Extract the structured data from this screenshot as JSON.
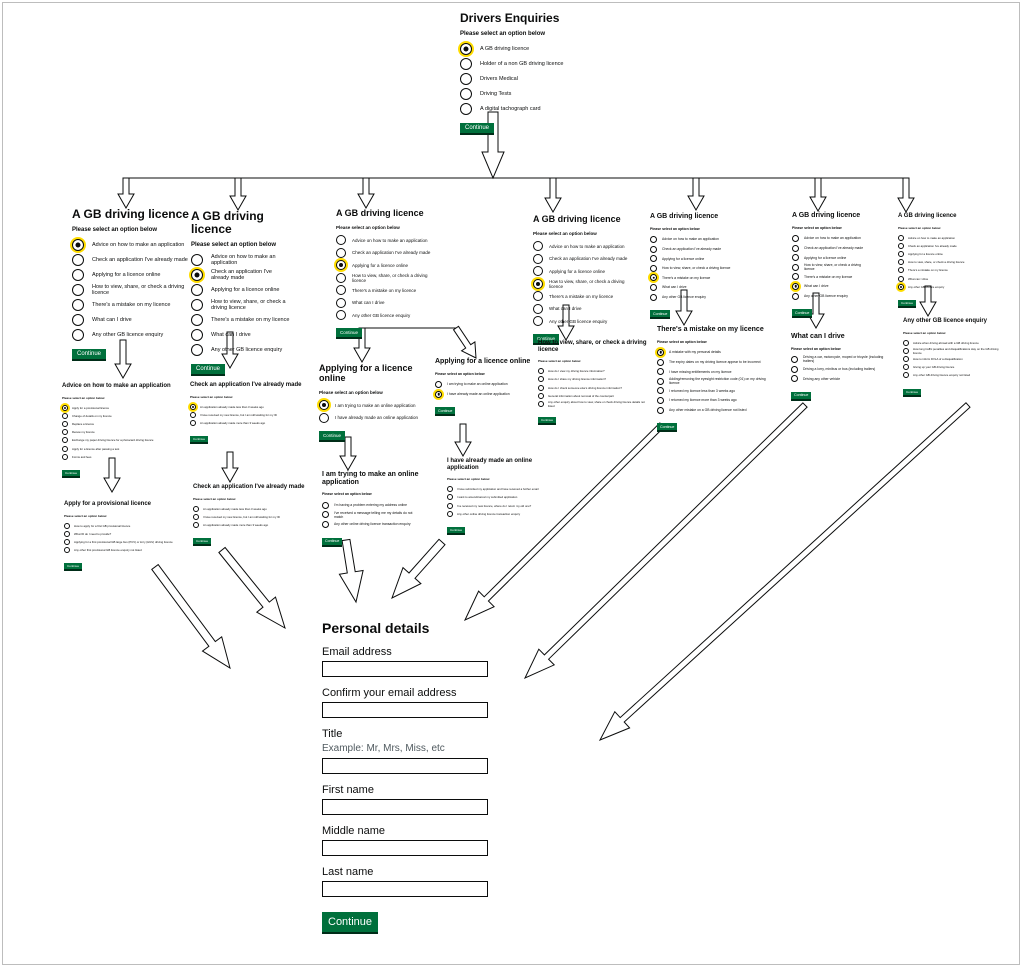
{
  "panels": [
    {
      "key": "root",
      "title": "Drivers Enquiries",
      "question": "Please select an option below",
      "options": [
        "A GB driving licence",
        "Holder of a non GB driving licence",
        "Drivers Medical",
        "Driving Tests",
        "A digital tachograph card"
      ],
      "selected": 0,
      "button": "Continue"
    },
    {
      "key": "gb1",
      "title": "A GB driving licence",
      "question": "Please select an option below",
      "options": [
        "Advice on how to make an application",
        "Check an application I've already made",
        "Applying for a licence online",
        "How to view, share, or check a driving licence",
        "There's a mistake on my licence",
        "What can I drive",
        "Any other GB licence enquiry"
      ],
      "selected": 0,
      "button": "Continue"
    },
    {
      "key": "gb2",
      "title": "A GB driving licence",
      "question": "Please select an option below",
      "options": [
        "Advice on how to make an application",
        "Check an application I've already made",
        "Applying for a licence online",
        "How to view, share, or check a driving licence",
        "There's a mistake on my licence",
        "What can I drive",
        "Any other GB licence enquiry"
      ],
      "selected": 1,
      "button": "Continue"
    },
    {
      "key": "gb3",
      "title": "A GB driving licence",
      "question": "Please select an option below",
      "options": [
        "Advice on how to make an application",
        "Check an application I've already made",
        "Applying for a licence online",
        "How to view, share, or check a driving licence",
        "There's a mistake on my licence",
        "What can I drive",
        "Any other GB licence enquiry"
      ],
      "selected": 2,
      "button": "Continue"
    },
    {
      "key": "gb4",
      "title": "A GB driving licence",
      "question": "Please select an option below",
      "options": [
        "Advice on how to make an application",
        "Check an application I've already made",
        "Applying for a licence online",
        "How to view, share, or check a driving licence",
        "There's a mistake on my licence",
        "What can I drive",
        "Any other GB licence enquiry"
      ],
      "selected": 3,
      "button": "Continue"
    },
    {
      "key": "gb5",
      "title": "A GB driving licence",
      "question": "Please select an option below",
      "options": [
        "Advice on how to make an application",
        "Check an application I've already made",
        "Applying for a licence online",
        "How to view, share, or check a driving licence",
        "There's a mistake on my licence",
        "What can I drive",
        "Any other GB licence enquiry"
      ],
      "selected": 4,
      "button": "Continue"
    },
    {
      "key": "gb6",
      "title": "A GB driving licence",
      "question": "Please select an option below",
      "options": [
        "Advice on how to make an application",
        "Check an application I've already made",
        "Applying for a licence online",
        "How to view, share, or check a driving licence",
        "There's a mistake on my licence",
        "What can I drive",
        "Any other GB licence enquiry"
      ],
      "selected": 5,
      "button": "Continue"
    },
    {
      "key": "gb7",
      "title": "A GB driving licence",
      "question": "Please select an option below",
      "options": [
        "Advice on how to make an application",
        "Check an application I've already made",
        "Applying for a licence online",
        "How to view, share, or check a driving licence",
        "There's a mistake on my licence",
        "What can I drive",
        "Any other GB licence enquiry"
      ],
      "selected": 6,
      "button": "Continue"
    },
    {
      "key": "advice",
      "title": "Advice on how to make an application",
      "question": "Please select an option below",
      "options": [
        "Apply for a provisional licence",
        "Change of details on my licence",
        "Replace a licence",
        "Renew my licence",
        "Exchange my paper driving licence for a photocard driving licence",
        "Apply for a licence after passing a test",
        "Forms and fees"
      ],
      "selected": 0,
      "button": "Continue"
    },
    {
      "key": "check",
      "title": "Check an application I've already made",
      "question": "Please select an option below",
      "options": [
        "An application already made less than 3 weeks ago",
        "I have received my new licence, but I am still waiting for my ID",
        "An application already made more than 3 weeks ago"
      ],
      "selected": 0,
      "button": "Continue"
    },
    {
      "key": "online1",
      "title": "Applying for a licence online",
      "question": "Please select an option below",
      "options": [
        "I am trying to make an online application",
        "I have already made an online application"
      ],
      "selected": 0,
      "button": "Continue"
    },
    {
      "key": "online2",
      "title": "Applying for a licence online",
      "question": "Please select an option below",
      "options": [
        "I am trying to make an online application",
        "I have already made an online application"
      ],
      "selected": 1,
      "button": "Continue"
    },
    {
      "key": "view",
      "title": "How to view, share, or check a driving licence",
      "question": "Please select an option below",
      "options": [
        "How do I view my driving licence information?",
        "How do I share my driving licence information?",
        "How do I check someone else's driving licence information?",
        "General information about removal of the counterpart",
        "Any other enquiry about how to view, share or check driving licence details not listed"
      ],
      "selected": -1,
      "button": "Continue"
    },
    {
      "key": "mistake",
      "title": "There's a mistake on my licence",
      "question": "Please select an option below",
      "options": [
        "A mistake with my personal details",
        "The expiry dates on my driving licence appear to be incorrect",
        "I have missing entitlements on my licence",
        "Adding/removing the eyesight restriction code (01) on my driving licence",
        "I returned my licence less than 3 weeks ago",
        "I returned my licence more than 3 weeks ago",
        "Any other mistake on a GB driving licence not listed"
      ],
      "selected": 0,
      "button": "Continue"
    },
    {
      "key": "drive",
      "title": "What can I drive",
      "question": "Please select an option below",
      "options": [
        "Driving a car, motorcycle, moped or tricycle (including trailers)",
        "Driving a lorry, minibus or bus (including trailers)",
        "Driving any other vehicle"
      ],
      "selected": -1,
      "button": "Continue"
    },
    {
      "key": "other",
      "title": "Any other GB licence enquiry",
      "question": "Please select an option below",
      "options": [
        "Advice when driving abroad with a GB driving licence",
        "How long traffic penalties and disqualifications stay on the GB driving licence",
        "How to inform DVLA of a disqualification",
        "Giving up your GB driving licence",
        "Any other GB driving licence enquiry not listed"
      ],
      "selected": -1,
      "button": "Continue"
    },
    {
      "key": "prov",
      "title": "Apply for a provisional licence",
      "question": "Please select an option below",
      "options": [
        "How to apply for a first GB provisional licence",
        "What ID do I need to provide?",
        "Applying for a first provisional GB large bus (PCV) or lorry (HGV) driving licence",
        "Any other first provisional GB licence enquiry not listed"
      ],
      "selected": -1,
      "button": "Continue"
    },
    {
      "key": "check2",
      "title": "Check an application I've already made",
      "question": "Please select an option below",
      "options": [
        "An application already made less than 3 weeks ago",
        "I have received my new licence, but I am still waiting for my ID",
        "An application already made more than 3 weeks ago"
      ],
      "selected": -1,
      "button": "Continue"
    },
    {
      "key": "trying",
      "title": "I am trying to make an online application",
      "question": "Please select an option below",
      "options": [
        "I'm having a problem entering my address online",
        "I've received a message telling me my details do not match",
        "Any other online driving licence transaction enquiry"
      ],
      "selected": -1,
      "button": "Continue"
    },
    {
      "key": "made",
      "title": "I have already made an online application",
      "question": "Please select an option below",
      "options": [
        "I have submitted my application and have received a further email",
        "I want to amend/cancel my submitted application",
        "I've received my new licence, where do I return my old one?",
        "Any other online driving licence transaction enquiry"
      ],
      "selected": -1,
      "button": "Continue"
    }
  ],
  "personal": {
    "title": "Personal details",
    "fields": [
      {
        "label": "Email address",
        "hint": ""
      },
      {
        "label": "Confirm your email address",
        "hint": ""
      },
      {
        "label": "Title",
        "hint": "Example: Mr, Mrs, Miss, etc"
      },
      {
        "label": "First name",
        "hint": ""
      },
      {
        "label": "Middle name",
        "hint": ""
      },
      {
        "label": "Last name",
        "hint": ""
      }
    ],
    "button": "Continue"
  },
  "colors": {
    "button": "#00703c",
    "focus": "#ffdd00",
    "text": "#0b0c0c"
  }
}
